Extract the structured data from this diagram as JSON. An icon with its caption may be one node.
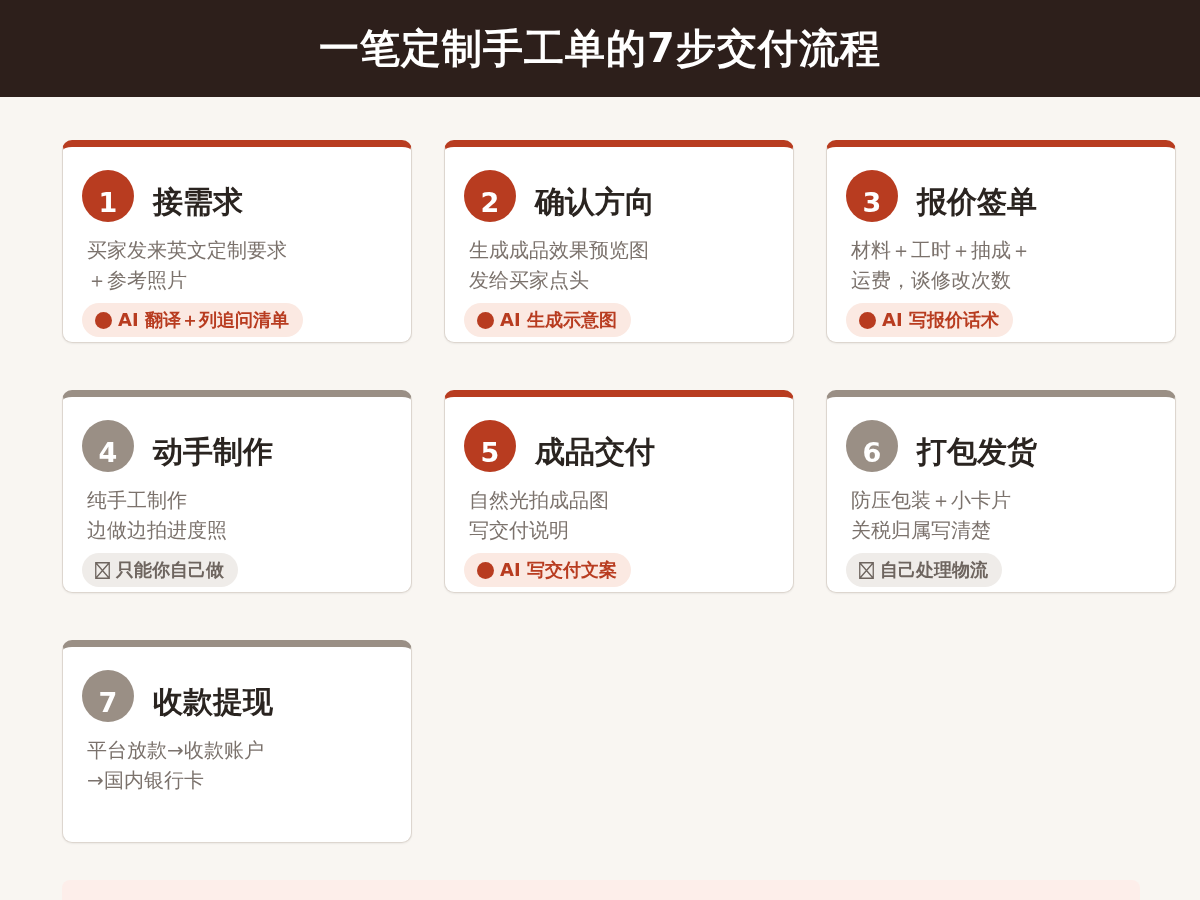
{
  "diagram": {
    "title": "一笔定制手工单的7步交付流程",
    "nodes": [
      {
        "text": [
          "接需求",
          "买家发来英文定制要求＋参考照片"
        ]
      },
      {
        "text": [
          "1"
        ],
        "in": 0
      },
      {
        "text": [
          "AI 翻译＋列追问清单"
        ],
        "in": 0
      },
      {
        "text": [
          "确认方向",
          "生成成品效果预览图发给买家点头"
        ]
      },
      {
        "text": [
          "2"
        ],
        "in": 3
      },
      {
        "text": [
          "AI 生成示意图"
        ],
        "in": 3
      },
      {
        "text": [
          "报价签单",
          "材料＋工时＋抽成＋运费，谈修改次数"
        ]
      },
      {
        "text": [
          "3"
        ],
        "in": 6
      },
      {
        "text": [
          "AI 写报价话术"
        ],
        "in": 6
      },
      {
        "text": [
          "动手制作",
          "纯手工制作边做边拍进度照"
        ]
      },
      {
        "text": [
          "4"
        ],
        "in": 9
      },
      {
        "text": [
          "只能你自己做"
        ],
        "in": 9
      },
      {
        "text": [
          "成品交付",
          "自然光拍成品图写交付说明"
        ]
      },
      {
        "text": [
          "5"
        ],
        "in": 12
      },
      {
        "text": [
          "AI 写交付文案"
        ],
        "in": 12
      },
      {
        "text": [
          "打包发货",
          "防压包装＋小卡片关税归属写清楚"
        ]
      },
      {
        "text": [
          "6"
        ],
        "in": 15
      },
      {
        "text": [
          "自己处理物流"
        ],
        "in": 15
      },
      {
        "text": [
          "收款提现",
          "平台放款→收款账户→国内银行卡"
        ]
      },
      {
        "text": [
          "7"
        ],
        "in": 18
      }
    ],
    "edges": []
  }
}
